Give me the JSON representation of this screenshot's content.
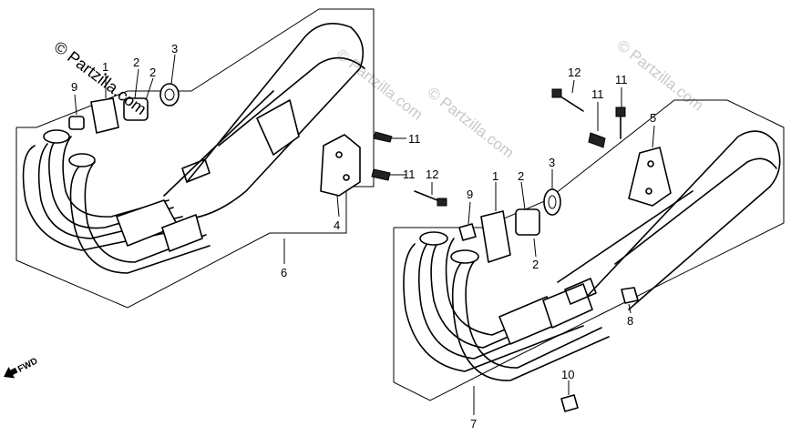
{
  "watermarks": {
    "main": "© Partzilla.com",
    "faint_1": "© Partzilla.com",
    "faint_2": "© Partzilla.com",
    "faint_3": "© Partzilla.com"
  },
  "fwd_label": "FWD",
  "callouts": {
    "left": {
      "n9": "9",
      "n1": "1",
      "n2a": "2",
      "n2b": "2",
      "n3": "3",
      "n11a": "11",
      "n11b": "11",
      "n12": "12",
      "n4": "4",
      "n6": "6"
    },
    "right": {
      "n12": "12",
      "n11a": "11",
      "n11b": "11",
      "n5": "5",
      "n1": "1",
      "n2a": "2",
      "n2b": "2",
      "n3": "3",
      "n9": "9",
      "n8": "8",
      "n10": "10",
      "n7": "7"
    }
  },
  "colors": {
    "line": "#000000",
    "watermark": "#c9c9c9",
    "background": "#ffffff"
  }
}
